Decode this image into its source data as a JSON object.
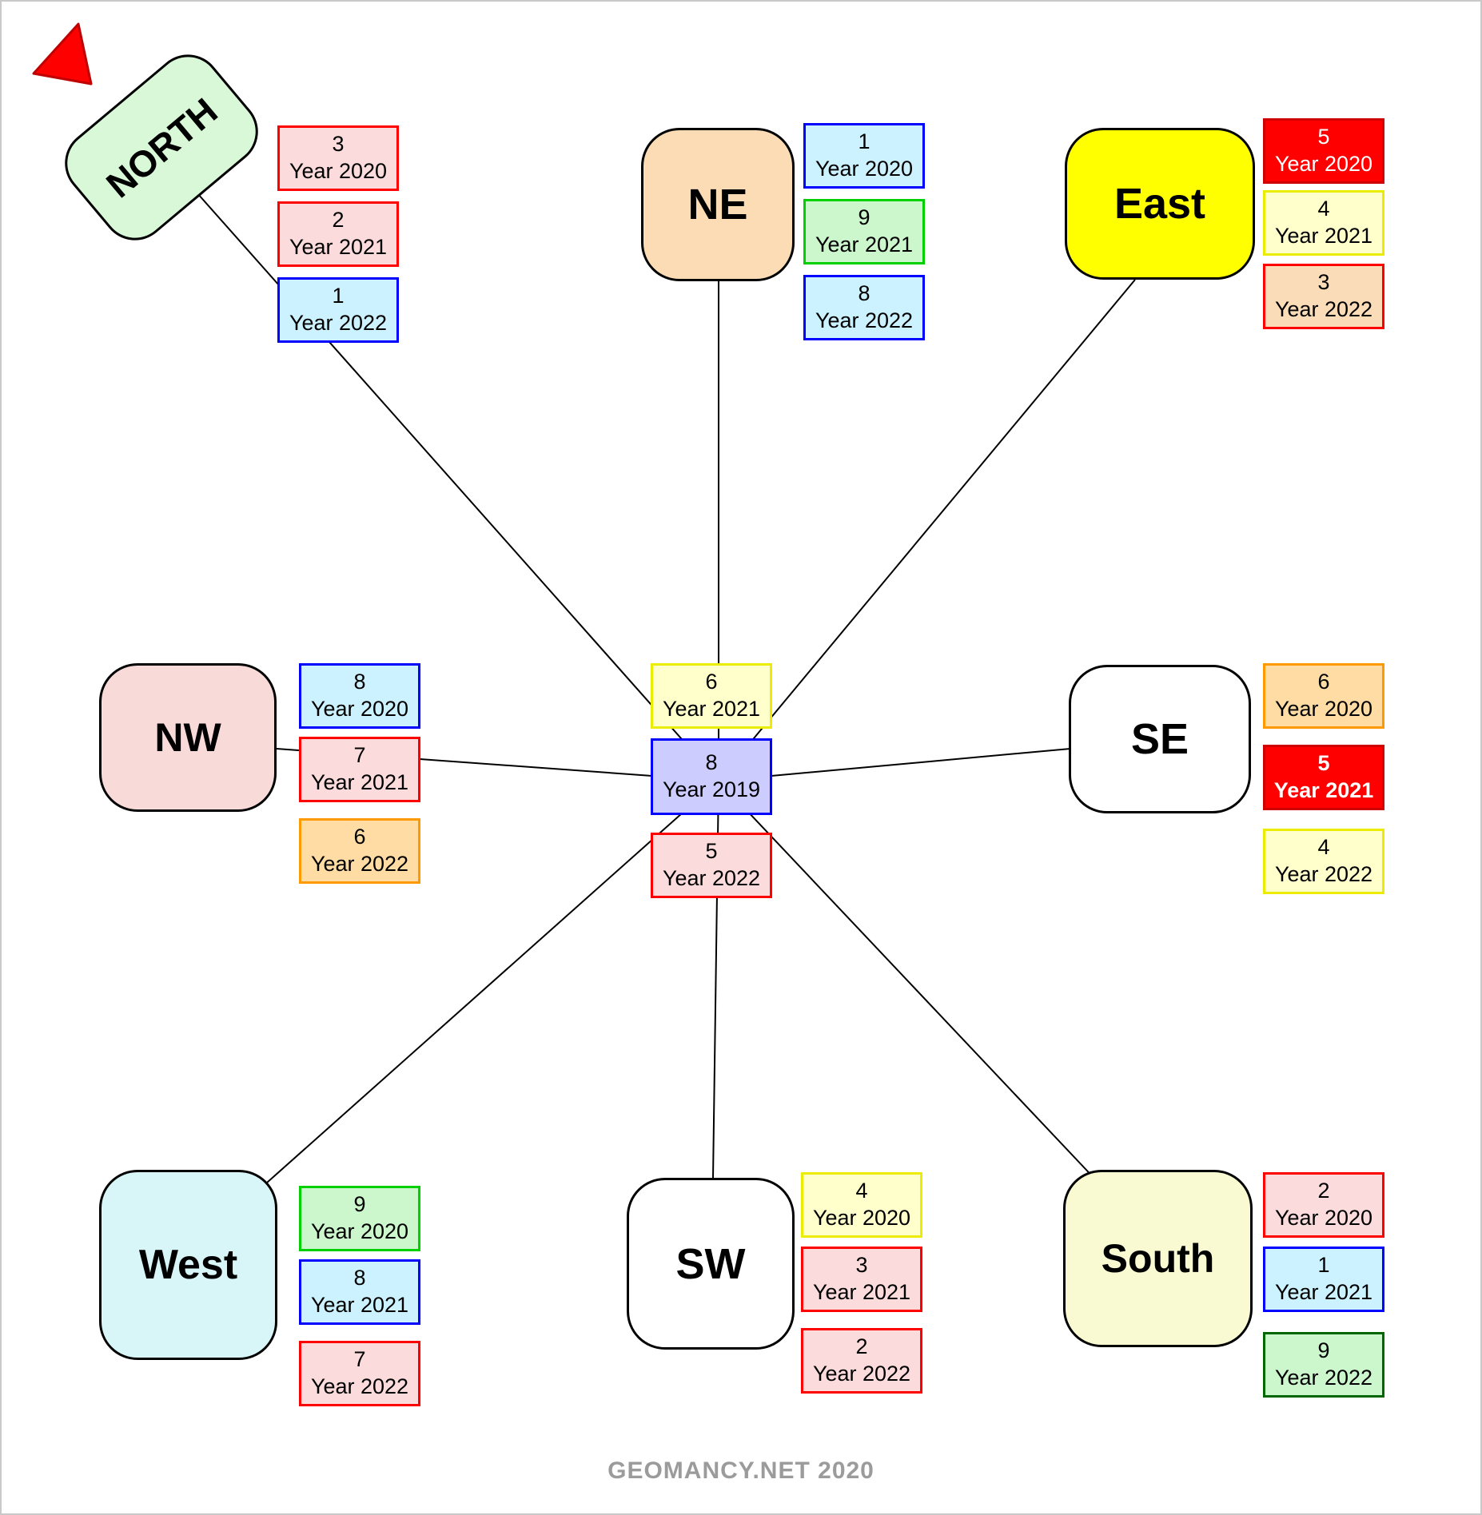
{
  "footer": {
    "credit": "GEOMANCY.NET 2020"
  },
  "palette": {
    "line": "#000000",
    "arrow": "#FF0000",
    "pink_bg": "#FBDBDB",
    "red": "#FF0000",
    "cyan_bg": "#CCF2FF",
    "blue": "#0000FF",
    "green_bg": "#CCF7CC",
    "green_border": "#00D000",
    "dark_green_border": "#006600",
    "yellow_bg": "#FFFFCC",
    "yellow_border": "#ECEC00",
    "orange_bg": "#FFDCA4",
    "orange_border": "#FF9900",
    "peach_bg": "#FBDCB8",
    "lavender_bg": "#CCCCFF",
    "red_bg": "#FF0000",
    "node_mint": "#D8F8D8",
    "node_peach": "#FBDCB4",
    "node_yellow": "#FFFF00",
    "node_pink": "#F8DAD8",
    "node_white": "#FFFFFF",
    "node_cyan": "#D8F6F8",
    "node_cream": "#FAFAD2"
  },
  "center": {
    "cards": [
      {
        "value": "6",
        "year": "Year 2021",
        "scheme": "yellow"
      },
      {
        "value": "8",
        "year": "Year 2019",
        "scheme": "lavender"
      },
      {
        "value": "5",
        "year": "Year 2022",
        "scheme": "pink"
      }
    ]
  },
  "directions": [
    {
      "label": "NORTH",
      "fill": "mint",
      "cards": [
        {
          "value": "3",
          "year": "Year 2020",
          "scheme": "pink"
        },
        {
          "value": "2",
          "year": "Year 2021",
          "scheme": "pink"
        },
        {
          "value": "1",
          "year": "Year 2022",
          "scheme": "cyan"
        }
      ]
    },
    {
      "label": "NE",
      "fill": "peach",
      "cards": [
        {
          "value": "1",
          "year": "Year 2020",
          "scheme": "cyan"
        },
        {
          "value": "9",
          "year": "Year 2021",
          "scheme": "green"
        },
        {
          "value": "8",
          "year": "Year 2022",
          "scheme": "cyan"
        }
      ]
    },
    {
      "label": "East",
      "fill": "yellow",
      "cards": [
        {
          "value": "5",
          "year": "Year 2020",
          "scheme": "red"
        },
        {
          "value": "4",
          "year": "Year 2021",
          "scheme": "yellow"
        },
        {
          "value": "3",
          "year": "Year 2022",
          "scheme": "peach"
        }
      ]
    },
    {
      "label": "NW",
      "fill": "pink",
      "cards": [
        {
          "value": "8",
          "year": "Year 2020",
          "scheme": "cyan"
        },
        {
          "value": "7",
          "year": "Year 2021",
          "scheme": "pink"
        },
        {
          "value": "6",
          "year": "Year 2022",
          "scheme": "orange"
        }
      ]
    },
    {
      "label": "SE",
      "fill": "white",
      "cards": [
        {
          "value": "6",
          "year": "Year 2020",
          "scheme": "orange"
        },
        {
          "value": "5",
          "year": "Year 2021",
          "scheme": "redbold"
        },
        {
          "value": "4",
          "year": "Year 2022",
          "scheme": "yellow"
        }
      ]
    },
    {
      "label": "West",
      "fill": "cyan",
      "cards": [
        {
          "value": "9",
          "year": "Year 2020",
          "scheme": "green"
        },
        {
          "value": "8",
          "year": "Year 2021",
          "scheme": "cyan"
        },
        {
          "value": "7",
          "year": "Year 2022",
          "scheme": "pink"
        }
      ]
    },
    {
      "label": "SW",
      "fill": "white",
      "cards": [
        {
          "value": "4",
          "year": "Year 2020",
          "scheme": "yellow"
        },
        {
          "value": "3",
          "year": "Year 2021",
          "scheme": "pink"
        },
        {
          "value": "2",
          "year": "Year 2022",
          "scheme": "pink"
        }
      ]
    },
    {
      "label": "South",
      "fill": "cream",
      "cards": [
        {
          "value": "2",
          "year": "Year 2020",
          "scheme": "pink"
        },
        {
          "value": "1",
          "year": "Year 2021",
          "scheme": "cyan"
        },
        {
          "value": "9",
          "year": "Year 2022",
          "scheme": "darkgreen"
        }
      ]
    }
  ]
}
